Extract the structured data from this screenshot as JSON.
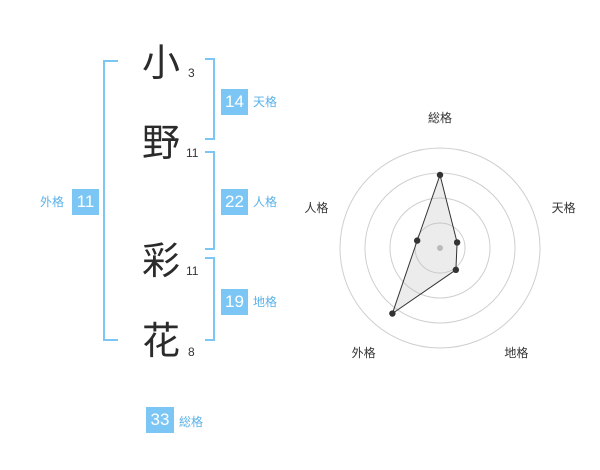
{
  "name": {
    "chars": [
      {
        "char": "小",
        "strokes": "3"
      },
      {
        "char": "野",
        "strokes": "11"
      },
      {
        "char": "彩",
        "strokes": "11"
      },
      {
        "char": "花",
        "strokes": "8"
      }
    ]
  },
  "kaku": {
    "tenkaku": {
      "value": "14",
      "label": "天格"
    },
    "jinkaku": {
      "value": "22",
      "label": "人格"
    },
    "chikaku": {
      "value": "19",
      "label": "地格"
    },
    "gaikaku": {
      "value": "11",
      "label": "外格"
    },
    "soukaku": {
      "value": "33",
      "label": "総格"
    }
  },
  "colors": {
    "accent": "#7cc6f5",
    "bracket": "#7cc6f5",
    "text": "#2b2b2b"
  },
  "chart_data": {
    "type": "radar",
    "axes": [
      "総格",
      "天格",
      "地格",
      "外格",
      "人格"
    ],
    "values": [
      0.73,
      0.18,
      0.27,
      0.81,
      0.24
    ],
    "range": [
      0,
      1
    ],
    "rings": 4,
    "grid": true
  }
}
